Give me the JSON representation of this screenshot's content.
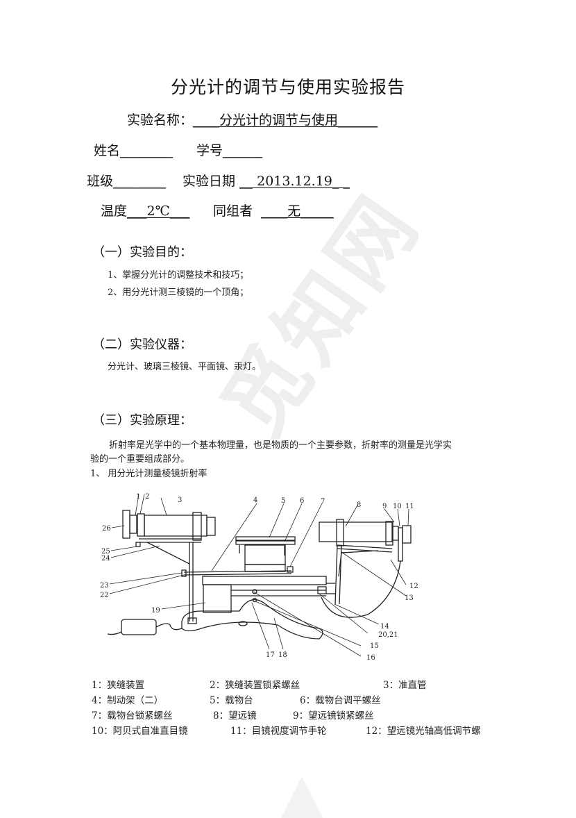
{
  "document": {
    "title": "分光计的调节与使用实验报告",
    "watermark": "觅知网",
    "fields": {
      "experiment_name_label": "实验名称：",
      "experiment_name_value": "____分光计的调节与使用______",
      "name_label": "姓名",
      "name_value": "________",
      "student_id_label": "学号",
      "student_id_value": "______",
      "class_label": "班级",
      "class_value": "________",
      "date_label": "实验日期",
      "date_value": "__ 2013.12.19_ _",
      "temperature_label": "温度",
      "temperature_value": "___2℃___",
      "partner_label": "同组者",
      "partner_value": "____无_____"
    },
    "sections": [
      {
        "heading": "（一）实验目的：",
        "items": [
          "1、掌握分光计的调整技术和技巧；",
          "2、用分光计测三棱镜的一个顶角；"
        ]
      },
      {
        "heading": "（二）实验仪器：",
        "items": [
          "分光计、玻璃三棱镜、平面镜、汞灯。"
        ]
      },
      {
        "heading": "（三）实验原理：",
        "paragraph_line1": "折射率是光学中的一个基本物理量，也是物质的一个主要参数，折射率的测量是光学实",
        "paragraph_line2": "验的一个重要组成部分。",
        "subheading": "1、 用分光计测量棱镜折射率"
      }
    ],
    "figure": {
      "description": "分光计结构示意图",
      "labels": [
        "1",
        "2",
        "3",
        "4",
        "5",
        "6",
        "7",
        "8",
        "9",
        "10",
        "11",
        "12",
        "13",
        "14",
        "15",
        "16",
        "17",
        "18",
        "19",
        "20,21",
        "22",
        "23",
        "24",
        "25",
        "26"
      ]
    },
    "legend": [
      [
        "1：狭缝装置",
        "2：狭缝装置锁紧螺丝",
        "3：准直管"
      ],
      [
        "4：制动架（二）",
        "5：载物台",
        "6：载物台调平螺丝"
      ],
      [
        "7：载物台锁紧螺丝",
        "8：望远镜",
        "9：望远镜锁紧螺丝"
      ],
      [
        "10：阿贝式自准直目镜",
        "11：目镜视度调节手轮",
        "12：望远镜光轴高低调节螺"
      ]
    ]
  }
}
